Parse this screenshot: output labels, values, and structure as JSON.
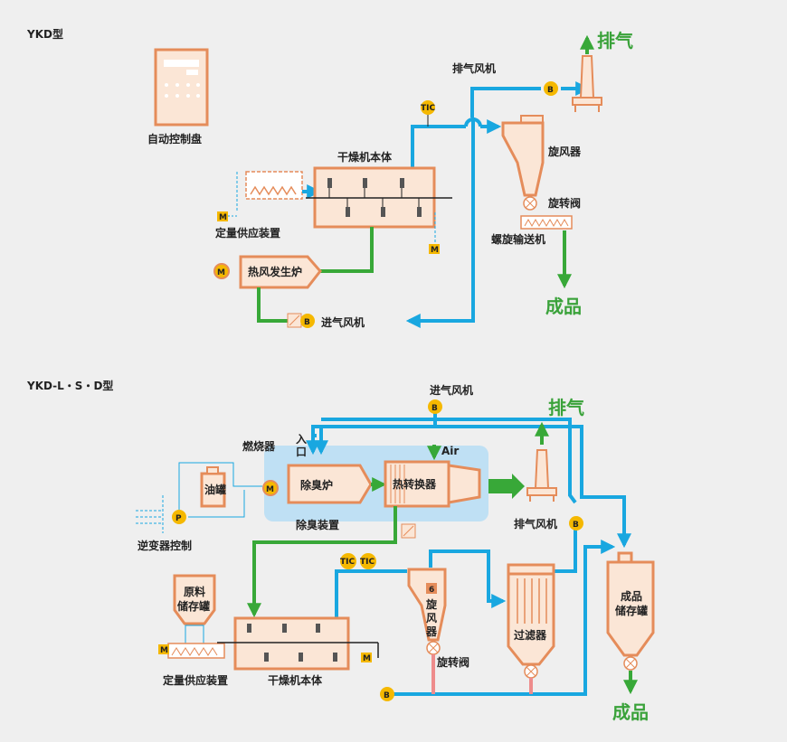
{
  "section1": {
    "title": "YKD型",
    "labels": {
      "control_panel": "自动控制盘",
      "dryer_body": "干燥机本体",
      "feeder": "定量供应装置",
      "hot_air_gen": "热风发生炉",
      "intake_fan": "进气风机",
      "exhaust_fan": "排气风机",
      "exhaust": "排气",
      "cyclone": "旋风器",
      "rotary_valve": "旋转阀",
      "screw_conveyor": "螺旋输送机",
      "product": "成品"
    },
    "badges": {
      "motor": "M",
      "blower": "B",
      "tic": "TIC"
    }
  },
  "section2": {
    "title": "YKD-L・S・D型",
    "labels": {
      "intake_fan": "进气风机",
      "exhaust": "排气",
      "burner": "燃烧器",
      "inlet": "入\n口",
      "inlet_1": "入",
      "inlet_2": "口",
      "air": "Air",
      "deodor_furnace": "除臭炉",
      "heat_exchanger": "热转换器",
      "deodor_unit": "除臭装置",
      "oil_tank": "油罐",
      "inverter": "逆变器控制",
      "exhaust_fan": "排气风机",
      "raw_tank_1": "原料",
      "raw_tank_2": "储存罐",
      "feeder": "定量供应装置",
      "dryer_body": "干燥机本体",
      "cyclone_1": "旋",
      "cyclone_2": "风",
      "cyclone_3": "器",
      "cyclone_num": "6",
      "rotary_valve": "旋转阀",
      "filter": "过滤器",
      "product_tank_1": "成品",
      "product_tank_2": "储存罐",
      "product": "成品"
    },
    "badges": {
      "motor": "M",
      "blower": "B",
      "tic": "TIC",
      "pump": "P"
    }
  },
  "colors": {
    "equipment_fill": "#fbe6d6",
    "equipment_stroke": "#e58c5a",
    "air_flow": "#19a7e0",
    "hot_flow": "#38a838",
    "badge": "#f5b800",
    "deodor_bg": "#bfe0f4",
    "waste_pipe": "#ee8c8c"
  }
}
